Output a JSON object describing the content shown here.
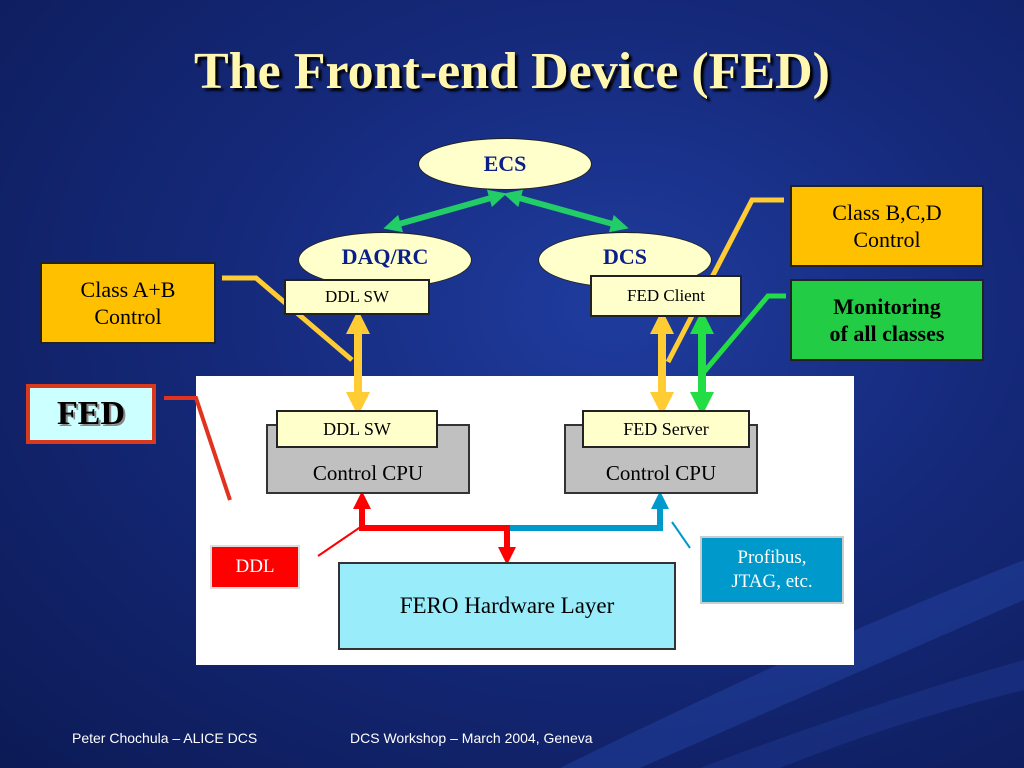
{
  "title": "The Front-end Device (FED)",
  "nodes": {
    "ecs": "ECS",
    "daq_rc": "DAQ/RC",
    "dcs": "DCS",
    "ddl_sw_top": "DDL SW",
    "fed_client": "FED Client",
    "ddl_sw_inner": "DDL SW",
    "fed_server": "FED Server",
    "control_cpu_left": "Control CPU",
    "control_cpu_right": "Control CPU",
    "fero": "FERO Hardware Layer"
  },
  "labels": {
    "class_ab": [
      "Class A+B",
      "Control"
    ],
    "class_bcd": [
      "Class B,C,D",
      "Control"
    ],
    "monitoring": [
      "Monitoring",
      "of all classes"
    ],
    "fed": "FED",
    "ddl": "DDL",
    "profibus": [
      "Profibus,",
      "JTAG, etc."
    ]
  },
  "footer": {
    "author": "Peter Chochula – ALICE DCS",
    "event": "DCS Workshop – March 2004, Geneva"
  },
  "colors": {
    "title": "#fff7b0",
    "ecs_arrows": "#22cc66",
    "control_arrows": "#ffcc33",
    "monitoring_arrow": "#22dd44",
    "ddl_line": "#ff0000",
    "profibus_line": "#0099cc"
  }
}
